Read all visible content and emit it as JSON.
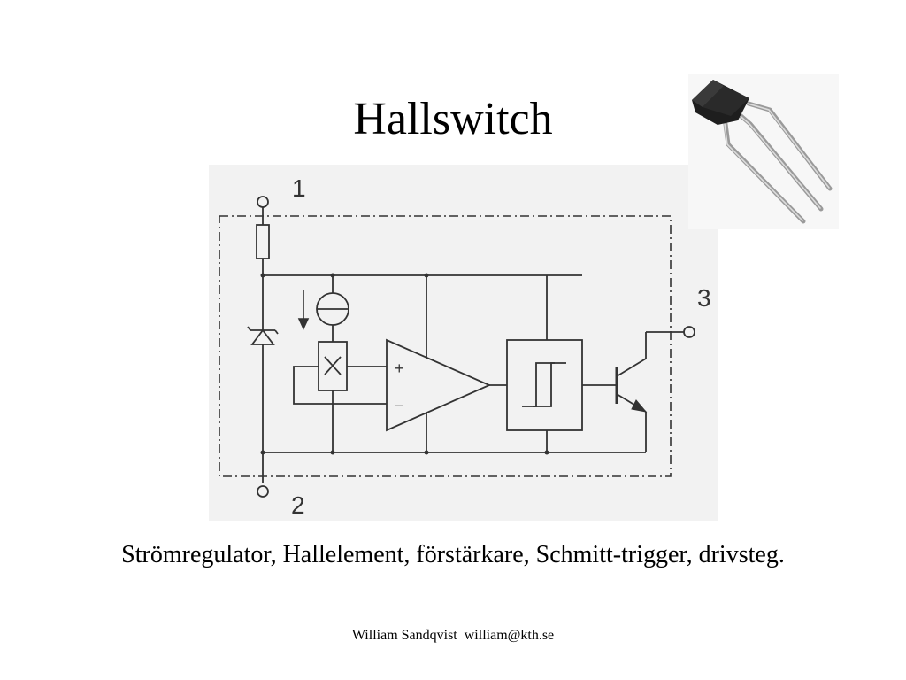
{
  "slide": {
    "title": "Hallswitch",
    "caption": "Strömregulator, Hallelement, förstärkare, Schmitt-trigger, drivsteg.",
    "footer": "William Sandqvist  william@kth.se"
  },
  "diagram": {
    "pin_labels": {
      "pin1": "1",
      "pin2": "2",
      "pin3": "3"
    },
    "opamp_inputs": {
      "plus": "+",
      "minus": "–"
    }
  }
}
